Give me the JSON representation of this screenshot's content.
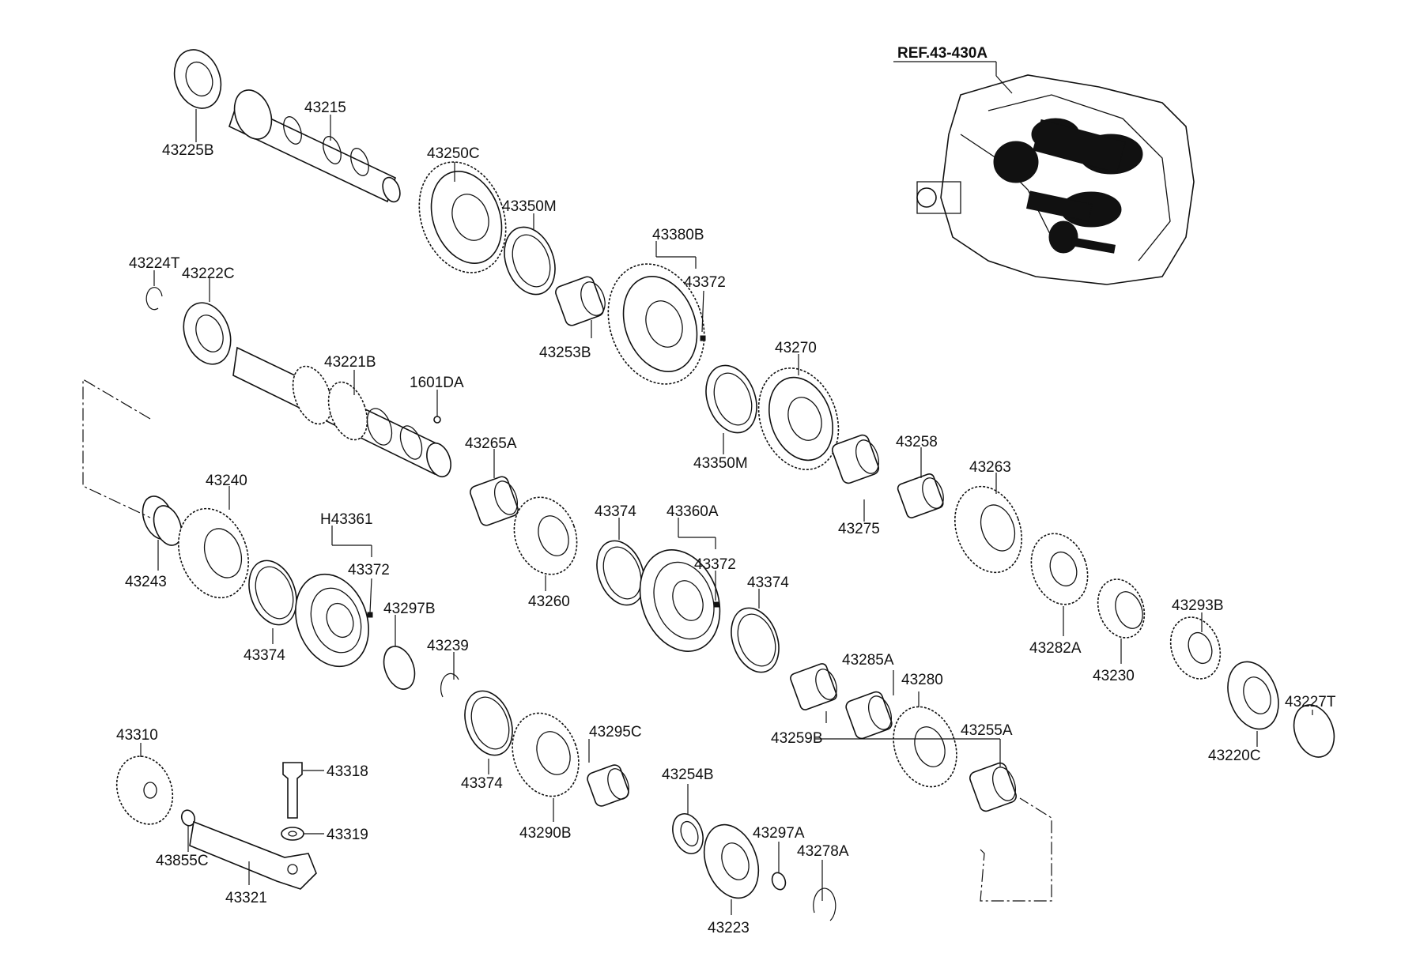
{
  "reference": "REF.43-430A",
  "labels": {
    "p43225B": "43225B",
    "p43215": "43215",
    "p43250C": "43250C",
    "p43350M_a": "43350M",
    "p43380B": "43380B",
    "p43372_a": "43372",
    "p43253B": "43253B",
    "p43224T": "43224T",
    "p43222C": "43222C",
    "p43221B": "43221B",
    "p1601DA": "1601DA",
    "p43270": "43270",
    "p43350M_b": "43350M",
    "p43265A": "43265A",
    "p43258": "43258",
    "p43263": "43263",
    "p43275": "43275",
    "p43240": "43240",
    "pH43361": "H43361",
    "p43372_b": "43372",
    "p43374_a": "43374",
    "p43360A": "43360A",
    "p43372_c": "43372",
    "p43243": "43243",
    "p43260": "43260",
    "p43297B": "43297B",
    "p43374_b": "43374",
    "p43374_c": "43374",
    "p43282A": "43282A",
    "p43293B": "43293B",
    "p43239": "43239",
    "p43285A": "43285A",
    "p43280": "43280",
    "p43230": "43230",
    "p43227T": "43227T",
    "p43310": "43310",
    "p43295C": "43295C",
    "p43259B": "43259B",
    "p43255A": "43255A",
    "p43220C": "43220C",
    "p43318": "43318",
    "p43374_d": "43374",
    "p43254B": "43254B",
    "p43319": "43319",
    "p43297A": "43297A",
    "p43855C": "43855C",
    "p43290B": "43290B",
    "p43278A": "43278A",
    "p43321": "43321",
    "p43223": "43223"
  }
}
